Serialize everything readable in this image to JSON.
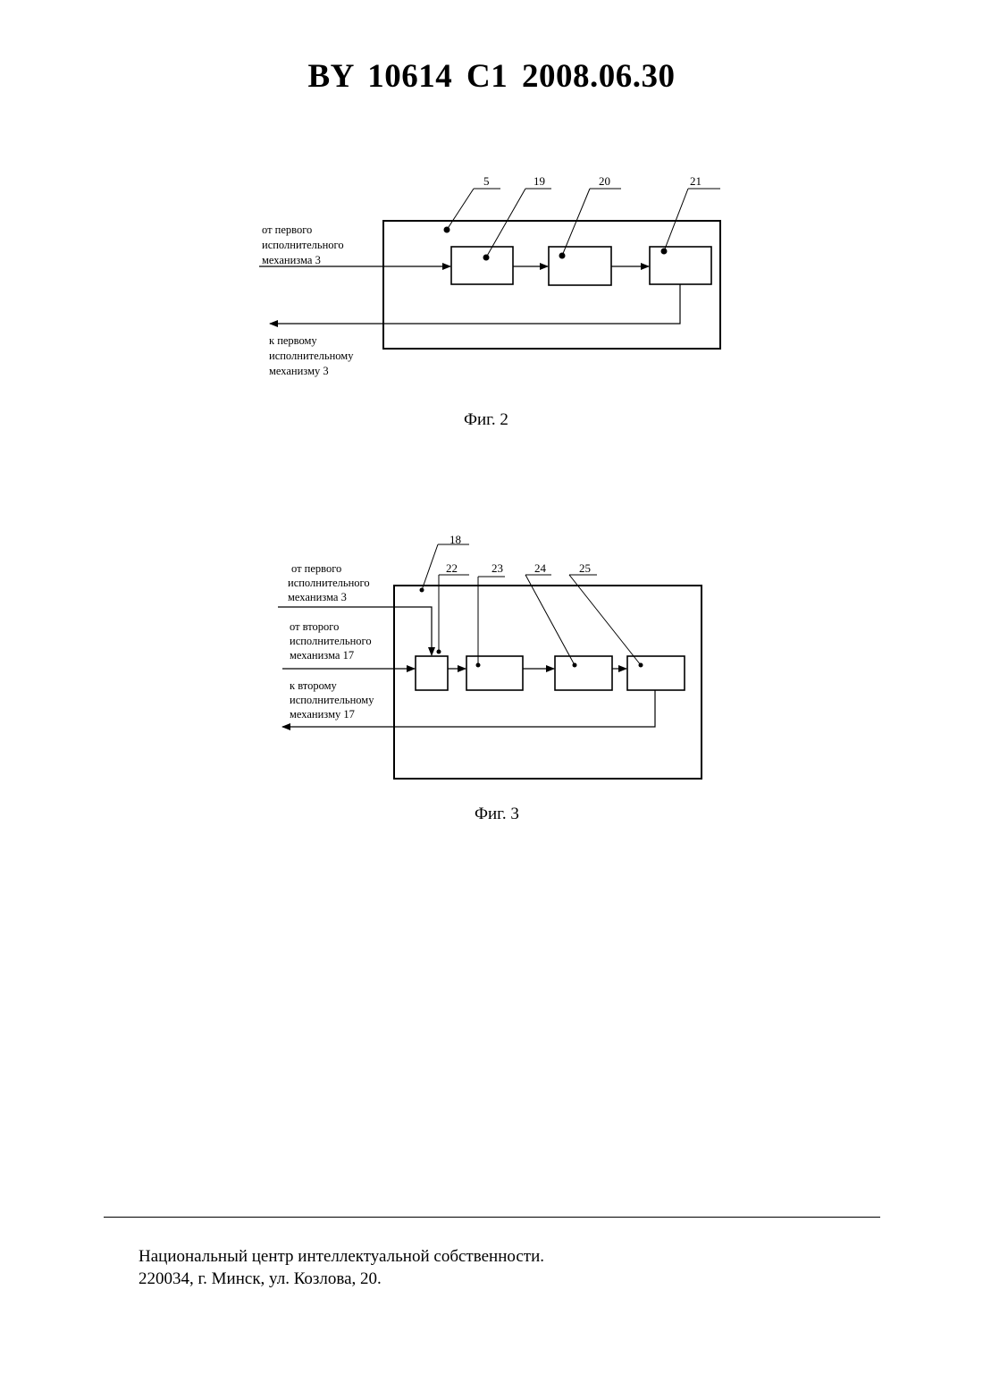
{
  "header": {
    "title": "BY  10614  C1  2008.06.30"
  },
  "fig2": {
    "caption": "Фиг. 2",
    "refs": [
      "5",
      "19",
      "20",
      "21"
    ],
    "input_label": [
      "от первого",
      "исполнительного",
      "механизма 3"
    ],
    "output_label": [
      "к первому",
      "исполнительному",
      "механизму 3"
    ]
  },
  "fig3": {
    "caption": "Фиг. 3",
    "refs": [
      "18",
      "22",
      "23",
      "24",
      "25"
    ],
    "input1_label": [
      "от первого",
      "исполнительного",
      "механизма  3"
    ],
    "input2_label": [
      "от второго",
      "исполнительного",
      "механизма 17"
    ],
    "output_label": [
      "к второму",
      "исполнительному",
      "механизму  17"
    ]
  },
  "footer": {
    "line1": "Национальный центр интеллектуальной собственности.",
    "line2": "220034, г. Минск, ул. Козлова, 20."
  }
}
